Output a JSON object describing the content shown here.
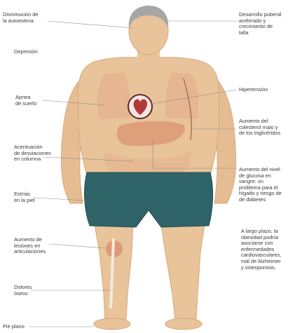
{
  "labels_left": {
    "autoestima": "Disminución de\nla autoestima",
    "depresion": "Depresión",
    "apnea": "Apnea\nde sueño",
    "columna": "Acentuación\nde desviaciones\nen columna",
    "estrias": "Estrías\nen la piel",
    "lesiones": "Aumento de\nlesiones en\narticulaciones",
    "dolores": "Dolores\nóseos",
    "pie_plano": "Pie plano"
  },
  "labels_right": {
    "desarrollo": "Desarrollo puberal\nacelerado y\ncrecimiento de\ntalla",
    "hipertension": "Hipertensión",
    "colesterol": "Aumento del\ncolesterol malo y\nde los triglicéridos",
    "glucosa": "Aumento del nivel\nde glucosa en\nsangre: un\nproblema para el\nhígado y riesgo de\nde diabetes",
    "largo_plazo": "A largo plazo, la\nobesidad podría\nasociarse con\nenfermedades\ncardiovasculares,\nmal de Alzheimer\ny osteoporosis."
  },
  "colors": {
    "skin": "#e9c39a",
    "skin_shadow": "#d9a97a",
    "hair": "#a6a6a6",
    "shorts": "#2e6468",
    "organ": "#d9906e",
    "leader": "#8a8a8a"
  }
}
